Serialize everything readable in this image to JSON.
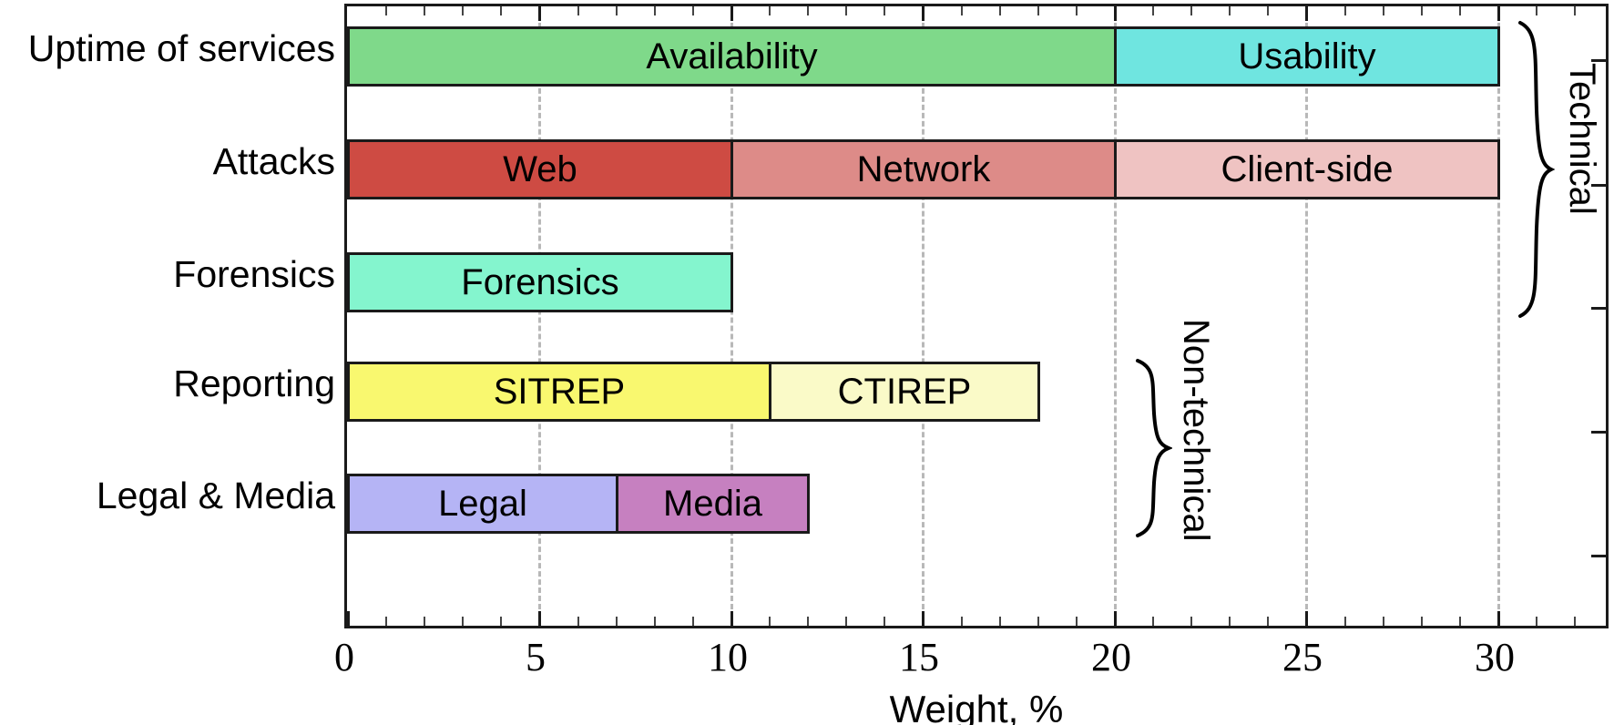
{
  "chart_data": {
    "type": "bar",
    "orientation": "horizontal",
    "stacked": true,
    "title": "",
    "xlabel": "Weight, %",
    "ylabel": "",
    "xlim": [
      0,
      33
    ],
    "xticks": [
      0,
      5,
      10,
      15,
      20,
      25,
      30
    ],
    "xticklabels": [
      "0",
      "5",
      "10",
      "15",
      "20",
      "25",
      "30"
    ],
    "grid": "vertical-dashed",
    "legend": "none",
    "categories": [
      "Uptime of services",
      "Attacks",
      "Forensics",
      "Reporting",
      "Legal & Media"
    ],
    "rows": [
      {
        "category": "Uptime of services",
        "total": 30,
        "segments": [
          {
            "label": "Availability",
            "value": 20,
            "start": 0,
            "end": 20,
            "color": "#7FD98A"
          },
          {
            "label": "Usability",
            "value": 10,
            "start": 20,
            "end": 30,
            "color": "#6FE5E0"
          }
        ]
      },
      {
        "category": "Attacks",
        "total": 30,
        "segments": [
          {
            "label": "Web",
            "value": 10,
            "start": 0,
            "end": 10,
            "color": "#CE4B43"
          },
          {
            "label": "Network",
            "value": 10,
            "start": 10,
            "end": 20,
            "color": "#DD8B88"
          },
          {
            "label": "Client-side",
            "value": 10,
            "start": 20,
            "end": 30,
            "color": "#EFC3C2"
          }
        ]
      },
      {
        "category": "Forensics",
        "total": 10,
        "segments": [
          {
            "label": "Forensics",
            "value": 10,
            "start": 0,
            "end": 10,
            "color": "#84F5CE"
          }
        ]
      },
      {
        "category": "Reporting",
        "total": 18,
        "segments": [
          {
            "label": "SITREP",
            "value": 11,
            "start": 0,
            "end": 11,
            "color": "#F9F86F"
          },
          {
            "label": "CTIREP",
            "value": 7,
            "start": 11,
            "end": 18,
            "color": "#FAFAC8"
          }
        ]
      },
      {
        "category": "Legal & Media",
        "total": 12,
        "segments": [
          {
            "label": "Legal",
            "value": 7,
            "start": 0,
            "end": 7,
            "color": "#B5B4F5"
          },
          {
            "label": "Media",
            "value": 5,
            "start": 7,
            "end": 12,
            "color": "#C680C0"
          }
        ]
      }
    ],
    "annotations": [
      {
        "label": "Technical",
        "type": "brace",
        "covers": [
          "Uptime of services",
          "Attacks",
          "Forensics"
        ]
      },
      {
        "label": "Non-technical",
        "type": "brace",
        "covers": [
          "Reporting",
          "Legal & Media"
        ]
      }
    ]
  },
  "axis": {
    "x_title": "Weight, %",
    "tick_labels": [
      "0",
      "5",
      "10",
      "15",
      "20",
      "25",
      "30"
    ]
  },
  "categories": {
    "c0": "Uptime of services",
    "c1": "Attacks",
    "c2": "Forensics",
    "c3": "Reporting",
    "c4": "Legal & Media"
  },
  "segments": {
    "availability": "Availability",
    "usability": "Usability",
    "web": "Web",
    "network": "Network",
    "client_side": "Client-side",
    "forensics": "Forensics",
    "sitrep": "SITREP",
    "ctirep": "CTIREP",
    "legal": "Legal",
    "media": "Media"
  },
  "groups": {
    "technical": "Technical",
    "non_technical": "Non-technical"
  },
  "colors": {
    "availability": "#7FD98A",
    "usability": "#6FE5E0",
    "web": "#CE4B43",
    "network": "#DD8B88",
    "client_side": "#EFC3C2",
    "forensics": "#84F5CE",
    "sitrep": "#F9F86F",
    "ctirep": "#FAFAC8",
    "legal": "#B5B4F5",
    "media": "#C680C0",
    "axis": "#1a1a1a",
    "grid": "#b8b8b8"
  }
}
